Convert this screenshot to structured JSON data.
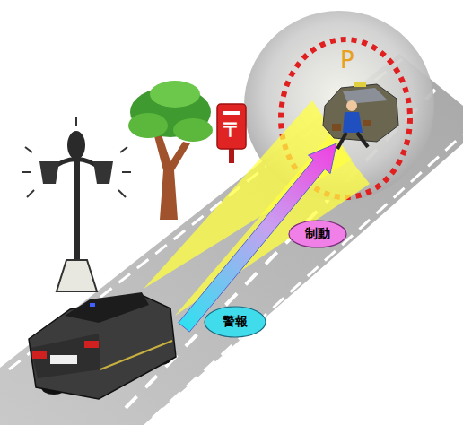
{
  "diagram": {
    "nodes": [
      {
        "text": [
          "制動"
        ]
      },
      {
        "text": [
          "警報"
        ]
      }
    ],
    "labels": [
      "P",
      "〒"
    ]
  }
}
